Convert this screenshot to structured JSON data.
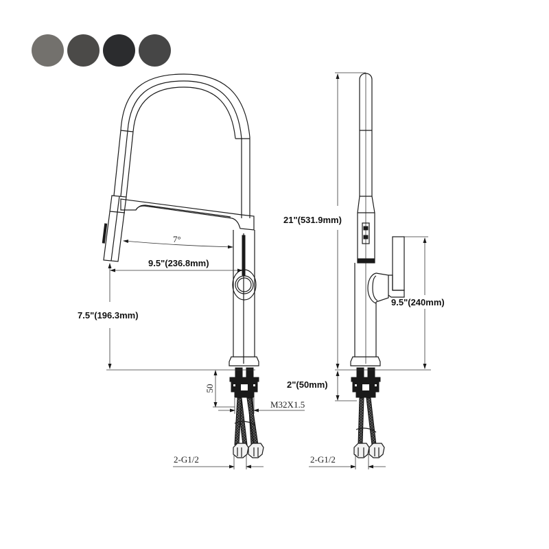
{
  "color_swatches": [
    {
      "name": "gunmetal-grey",
      "color": "#73716d"
    },
    {
      "name": "graphite",
      "color": "#4b4a48"
    },
    {
      "name": "matte-black",
      "color": "#2b2c2e"
    },
    {
      "name": "dark-grey",
      "color": "#464646"
    }
  ],
  "front_view": {
    "angle_label": "7°",
    "reach_label": "9.5\"(236.8mm)",
    "spout_height_label": "7.5\"(196.3mm)",
    "shank_length_label": "50",
    "thread_label": "M32X1.5",
    "connector_label": "2-G1/2"
  },
  "side_view": {
    "total_height_label": "21\"(531.9mm)",
    "handle_height_label": "9.5\"(240mm)",
    "shank_length_label": "2\"(50mm)",
    "connector_label": "2-G1/2"
  },
  "colors": {
    "line": "#1a1a1a",
    "background": "#ffffff"
  }
}
